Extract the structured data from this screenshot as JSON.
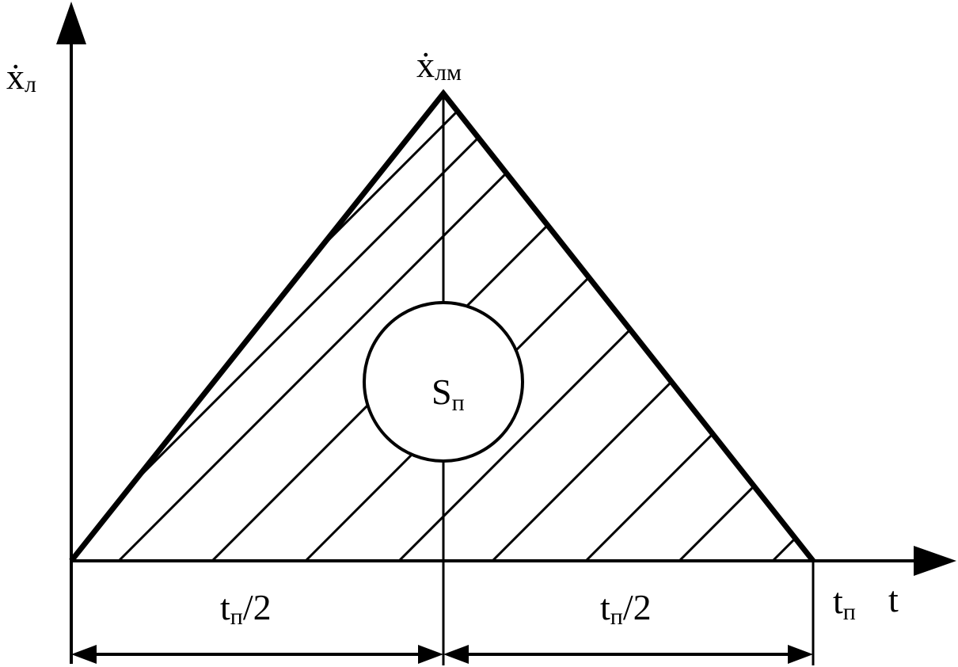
{
  "labels": {
    "y_axis_main": "ẋ",
    "y_axis_sub": "л",
    "peak_main": "ẋ",
    "peak_sub": "лм",
    "area_main": "S",
    "area_sub": "п",
    "half_left_main": "t",
    "half_left_sub": "п",
    "half_left_tail": "/2",
    "half_right_main": "t",
    "half_right_sub": "п",
    "half_right_tail": "/2",
    "end_main": "t",
    "end_sub": "п",
    "x_axis": "t"
  },
  "colors": {
    "stroke": "#000000",
    "background": "#ffffff"
  }
}
